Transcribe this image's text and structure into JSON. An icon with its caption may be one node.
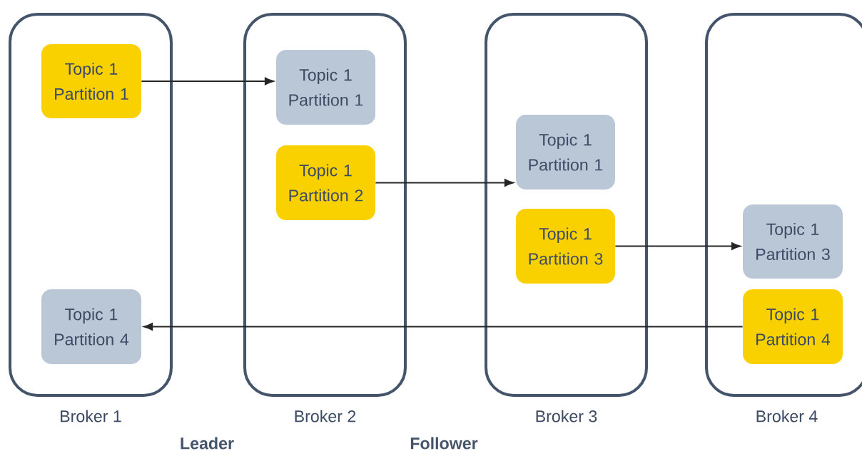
{
  "diagram": {
    "nodes": [
      {
        "text": [
          "Broker 1"
        ]
      },
      {
        "text": [
          "Topic 1 Partition 1"
        ],
        "in": 0
      },
      {
        "text": [
          "Topic 1 Partition 4"
        ],
        "in": 0
      },
      {
        "text": [
          "Broker 2"
        ]
      },
      {
        "text": [
          "Topic 1 Partition 1"
        ],
        "in": 3
      },
      {
        "text": [
          "Topic 1 Partition 2"
        ],
        "in": 3
      },
      {
        "text": [
          "Broker 3"
        ]
      },
      {
        "text": [
          "Topic 1 Partition 1"
        ],
        "in": 6
      },
      {
        "text": [
          "Topic 1 Partition 3"
        ],
        "in": 6
      },
      {
        "text": [
          "Broker 4"
        ]
      },
      {
        "text": [
          "Topic 1 Partition 3"
        ],
        "in": 9
      },
      {
        "text": [
          "Topic 1 Partition 4"
        ],
        "in": 9
      }
    ],
    "edges": [
      {
        "from": 1,
        "to": 4,
        "arrow": "to"
      },
      {
        "from": 5,
        "to": 7,
        "arrow": "to"
      },
      {
        "from": 8,
        "to": 10,
        "arrow": "to"
      },
      {
        "from": 11,
        "to": 2,
        "arrow": "to"
      }
    ],
    "labels": [
      "Leader",
      "Follower"
    ]
  }
}
